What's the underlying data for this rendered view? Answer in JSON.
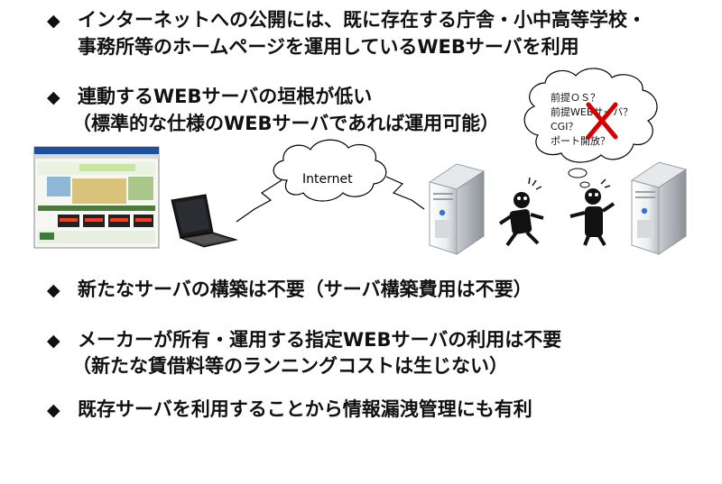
{
  "bullet_mark": "◆",
  "bullets": [
    {
      "line1": "インターネットへの公開には、既に存在する庁舎・小中高等学校・",
      "line2": "事務所等のホームページを運用しているWEBサーバを利用"
    },
    {
      "line1": "連動するWEBサーバの垣根が低い",
      "line2": "（標準的な仕様のWEBサーバであれば運用可能）"
    },
    {
      "line1": "新たなサーバの構築は不要（サーバ構築費用は不要）"
    },
    {
      "line1": "メーカーが所有・運用する指定WEBサーバの利用は不要",
      "line2": "（新たな賃借料等のランニングコストは生じない）"
    },
    {
      "line1": "既存サーバを利用することから情報漏洩管理にも有利"
    }
  ],
  "diagram": {
    "cloud_label": "Internet",
    "thought_lines": [
      "前提ＯＳ？",
      "前提WEBサーバ？",
      "CGI？",
      "ポート開放？"
    ],
    "colors": {
      "cross": "#d40000",
      "server_light": "#f4f4f4",
      "server_dark": "#9aa0a6",
      "screen_accent": "#3a7d3a"
    }
  }
}
